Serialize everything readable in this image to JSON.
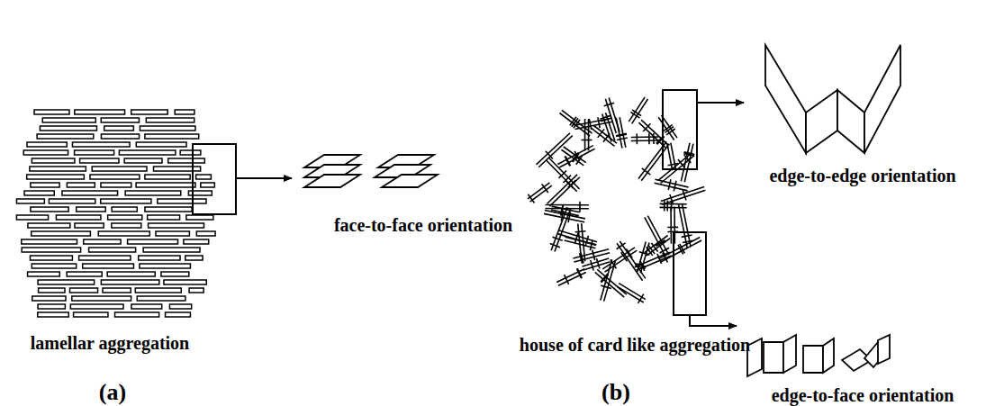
{
  "diagram": {
    "labels": [
      "lamellar aggregation",
      "(a)",
      "face-to-face orientation",
      "house of card like aggregation",
      "edge-to-edge orientation",
      "edge-to-face orientation",
      "(b)"
    ]
  }
}
